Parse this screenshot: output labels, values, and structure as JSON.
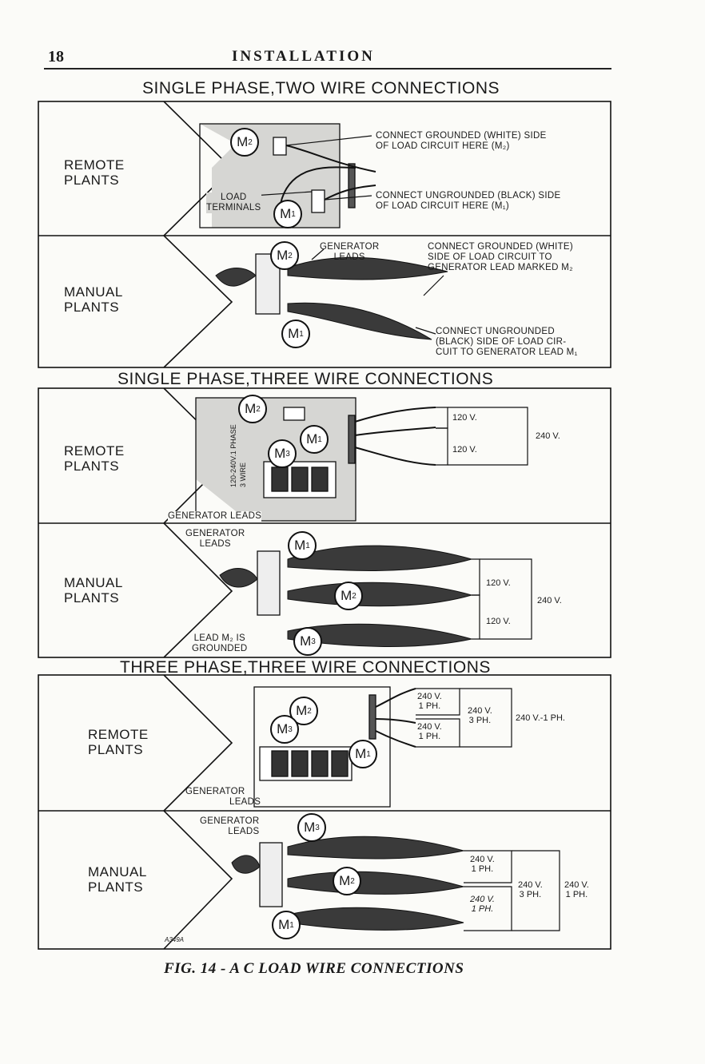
{
  "page": {
    "number": "18",
    "header": "INSTALLATION",
    "figure_code": "A349A",
    "caption": "FIG. 14 - A C  LOAD WIRE CONNECTIONS"
  },
  "sections": [
    {
      "title": "SINGLE PHASE,TWO WIRE CONNECTIONS",
      "remote": {
        "label": [
          "REMOTE",
          "PLANTS"
        ],
        "notes": [
          [
            "CONNECT GROUNDED (WHITE) SIDE",
            "OF LOAD CIRCUIT HERE (M₂)"
          ],
          [
            "CONNECT UNGROUNDED (BLACK) SIDE",
            "OF LOAD CIRCUIT HERE (M₁)"
          ]
        ],
        "side_label": [
          "LOAD",
          "TERMINALS"
        ]
      },
      "manual": {
        "label": [
          "MANUAL",
          "PLANTS"
        ],
        "side_label": [
          "GENERATOR",
          "LEADS"
        ],
        "notes": [
          [
            "CONNECT GROUNDED (WHITE)",
            "SIDE OF LOAD CIRCUIT TO",
            "GENERATOR LEAD MARKED M₂"
          ],
          [
            "CONNECT UNGROUNDED",
            "(BLACK) SIDE OF LOAD CIR-",
            "CUIT TO GENERATOR LEAD M₁"
          ]
        ]
      }
    },
    {
      "title": "SINGLE PHASE,THREE WIRE CONNECTIONS",
      "remote": {
        "label": [
          "REMOTE",
          "PLANTS"
        ],
        "side_label": "GENERATOR LEADS",
        "terminal_label": [
          "120-240V.1 PHASE",
          "3 WIRE"
        ],
        "voltages": {
          "a": "120 V.",
          "b": "120 V.",
          "total": "240 V."
        }
      },
      "manual": {
        "label": [
          "MANUAL",
          "PLANTS"
        ],
        "side_label": [
          "GENERATOR",
          "LEADS"
        ],
        "ground_label": [
          "LEAD M₂ IS",
          "GROUNDED"
        ],
        "voltages": {
          "a": "120 V.",
          "b": "120 V.",
          "total": "240 V."
        }
      }
    },
    {
      "title": "THREE PHASE,THREE WIRE CONNECTIONS",
      "remote": {
        "label": [
          "REMOTE",
          "PLANTS"
        ],
        "side_label": [
          "GENERATOR",
          "LEADS"
        ],
        "voltages": {
          "a": [
            "240 V.",
            "1 PH."
          ],
          "b": [
            "240 V.",
            "1 PH."
          ],
          "mid": [
            "240 V.",
            "3 PH."
          ],
          "total": "240 V.-1 PH."
        }
      },
      "manual": {
        "label": [
          "MANUAL",
          "PLANTS"
        ],
        "side_label": [
          "GENERATOR",
          "LEADS"
        ],
        "voltages": {
          "a": [
            "240 V.",
            "1 PH."
          ],
          "b": [
            "240 V.",
            "1 PH."
          ],
          "mid": [
            "240 V.",
            "3 PH."
          ],
          "total": [
            "240 V.",
            "1 PH."
          ]
        }
      }
    }
  ],
  "leads": {
    "m1": "M",
    "m2": "M",
    "m3": "M",
    "s1": "1",
    "s2": "2",
    "s3": "3"
  }
}
